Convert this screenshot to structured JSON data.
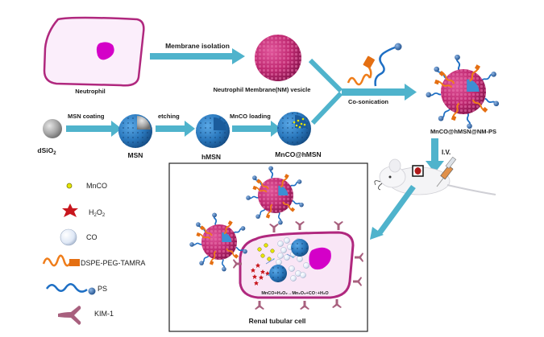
{
  "colors": {
    "arrow": "#4fb3cc",
    "membrane_pink": "#c4307a",
    "cell_border": "#b0287e",
    "cell_fill": "#fbeefb",
    "nucleus": "#d400c8",
    "silica_blue": "#2f7fc0",
    "silica_gray": "#a8a8a8",
    "peg_orange": "#ef7d1a",
    "ps_blue": "#1e6fc4",
    "kim1": "#a8607e",
    "mnco_yellow": "#e6e600",
    "h2o2_red": "#c8161d",
    "co_bubble": "#e3ecf8"
  },
  "top_row": {
    "neutrophil_label": "Neutrophil",
    "membrane_isolation_label": "Membrane isolation",
    "nm_vesicle_label": "Neutrophil  Membrane(NM)  vesicle",
    "co_sonication_label": "Co-sonication",
    "final_np_label": "MnCO@hMSN@NM-PS",
    "iv_label": "I.V."
  },
  "synthesis_row": {
    "dsio2_label": "dSiO",
    "dsio2_sub": "2",
    "step1_label": "MSN coating",
    "msn_label": "MSN",
    "step2_label": "etching",
    "hmsn_label": "hMSN",
    "step3_label": "MnCO loading",
    "mnco_hmsn_label": "MnCO@hMSN"
  },
  "legend": [
    {
      "icon": "mnco-particle-icon",
      "label": "MnCO"
    },
    {
      "icon": "h2o2-star-icon",
      "label": "H",
      "sub1": "2",
      "mid": "O",
      "sub2": "2"
    },
    {
      "icon": "co-bubble-icon",
      "label": "CO"
    },
    {
      "icon": "dspe-peg-tamra-icon",
      "label": "DSPE-PEG-TAMRA"
    },
    {
      "icon": "ps-chain-icon",
      "label": "PS"
    },
    {
      "icon": "kim1-receptor-icon",
      "label": "KIM-1"
    }
  ],
  "inset": {
    "reaction": "MnCO+H₂O₂→Mn₂O₃+CO↑+H₂O",
    "cell_label": "Renal  tubular cell"
  }
}
